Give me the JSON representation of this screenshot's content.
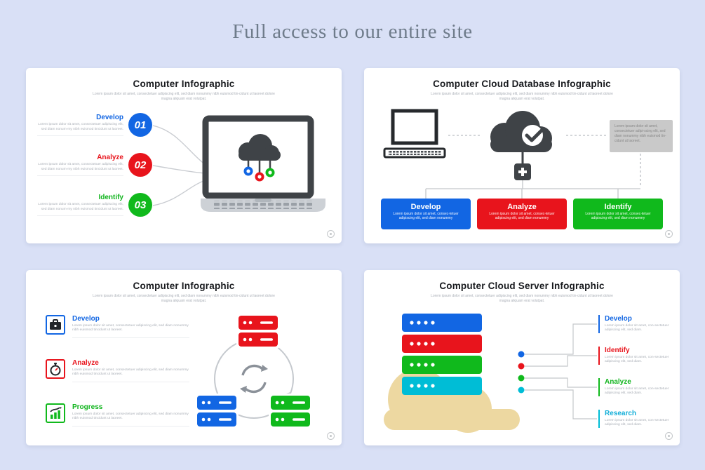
{
  "page": {
    "title": "Full access to our entire site"
  },
  "colors": {
    "background": "#d9e0f6",
    "blue": "#1266e3",
    "red": "#e8141c",
    "green": "#10b91c",
    "cyan": "#00bdd6",
    "dark": "#3f4347",
    "tan": "#edd8a1"
  },
  "icons": {
    "slide1": [
      "step-number-badge",
      "laptop-icon",
      "cloud-keys-icon"
    ],
    "slide2": [
      "laptop-outline-icon",
      "cloud-check-icon",
      "database-plus-icon"
    ],
    "slide3": [
      "briefcase-icon",
      "stopwatch-icon",
      "bar-chart-icon",
      "server-icon",
      "refresh-cycle-icon"
    ],
    "slide4": [
      "server-stack-icon",
      "cloud-icon",
      "bullet-dot"
    ],
    "common": [
      "watermark-icon"
    ]
  },
  "slide1": {
    "title": "Computer Infographic",
    "subtitle": "Lorem ipsum dolor sit amet, consectetuer adipiscing elit, sed diam nonummy nibh euismod tin-cidunt ut laoreet dolore magna aliquam erat volutpat.",
    "items": [
      {
        "number": "01",
        "label": "Develop",
        "text": "Lorem ipsum dolor sit amet, consectetuer adipiscing elit, sed diam nonum-my nibh euismod tincidunt ut laoreet."
      },
      {
        "number": "02",
        "label": "Analyze",
        "text": "Lorem ipsum dolor sit amet, consectetuer adipiscing elit, sed diam nonum-my nibh euismod tincidunt ut laoreet."
      },
      {
        "number": "03",
        "label": "Identify",
        "text": "Lorem ipsum dolor sit amet, consectetuer adipiscing elit, sed diam nonum-my nibh euismod tincidunt ut laoreet."
      }
    ]
  },
  "slide2": {
    "title": "Computer Cloud Database Infographic",
    "subtitle": "Lorem ipsum dolor sit amet, consectetuer adipiscing elit, sed diam nonummy nibh euismod tin-cidunt ut laoreet dolore magna aliquam erat volutpat.",
    "note": "Lorem ipsum dolor sit amet, consectetuer adipi-scing elit, sed diam nonummy nibh euismod tin-cidunt ut laoreet.",
    "buttons": [
      {
        "label": "Develop",
        "text": "Lorem ipsum dolor sit amet, consec-tetuer adipiscing elit, sed diam nonummy"
      },
      {
        "label": "Analyze",
        "text": "Lorem ipsum dolor sit amet, consec-tetuer adipiscing elit, sed diam nonummy"
      },
      {
        "label": "Identify",
        "text": "Lorem ipsum dolor sit amet, consec-tetuer adipiscing elit, sed diam nonummy"
      }
    ]
  },
  "slide3": {
    "title": "Computer Infographic",
    "subtitle": "Lorem ipsum dolor sit amet, consectetuer adipiscing elit, sed diam nonummy nibh euismod tin-cidunt ut laoreet dolore magna aliquam erat volutpat.",
    "items": [
      {
        "label": "Develop",
        "text": "Lorem ipsum dolor sit amet, consectetuer adipiscing elit, sed diam nonummy nibh euismod tincidunt ut laoreet."
      },
      {
        "label": "Analyze",
        "text": "Lorem ipsum dolor sit amet, consectetuer adipiscing elit, sed diam nonummy nibh euismod tincidunt ut laoreet."
      },
      {
        "label": "Progress",
        "text": "Lorem ipsum dolor sit amet, consectetuer adipiscing elit, sed diam nonummy nibh euismod tincidunt ut laoreet."
      }
    ]
  },
  "slide4": {
    "title": "Computer Cloud Server Infographic",
    "subtitle": "Lorem ipsum dolor sit amet, consectetuer adipiscing elit, sed diam nonummy nibh euismod tin-cidunt ut laoreet dolore magna aliquam erat volutpat.",
    "items": [
      {
        "label": "Develop",
        "text": "Lorem ipsum dolor sit amet, con-sectetuer adipiscing elit, sed diam."
      },
      {
        "label": "Identify",
        "text": "Lorem ipsum dolor sit amet, con-sectetuer adipiscing elit, sed diam."
      },
      {
        "label": "Analyze",
        "text": "Lorem ipsum dolor sit amet, con-sectetuer adipiscing elit, sed diam."
      },
      {
        "label": "Research",
        "text": "Lorem ipsum dolor sit amet, con-sectetuer adipiscing elit, sed diam."
      }
    ]
  }
}
